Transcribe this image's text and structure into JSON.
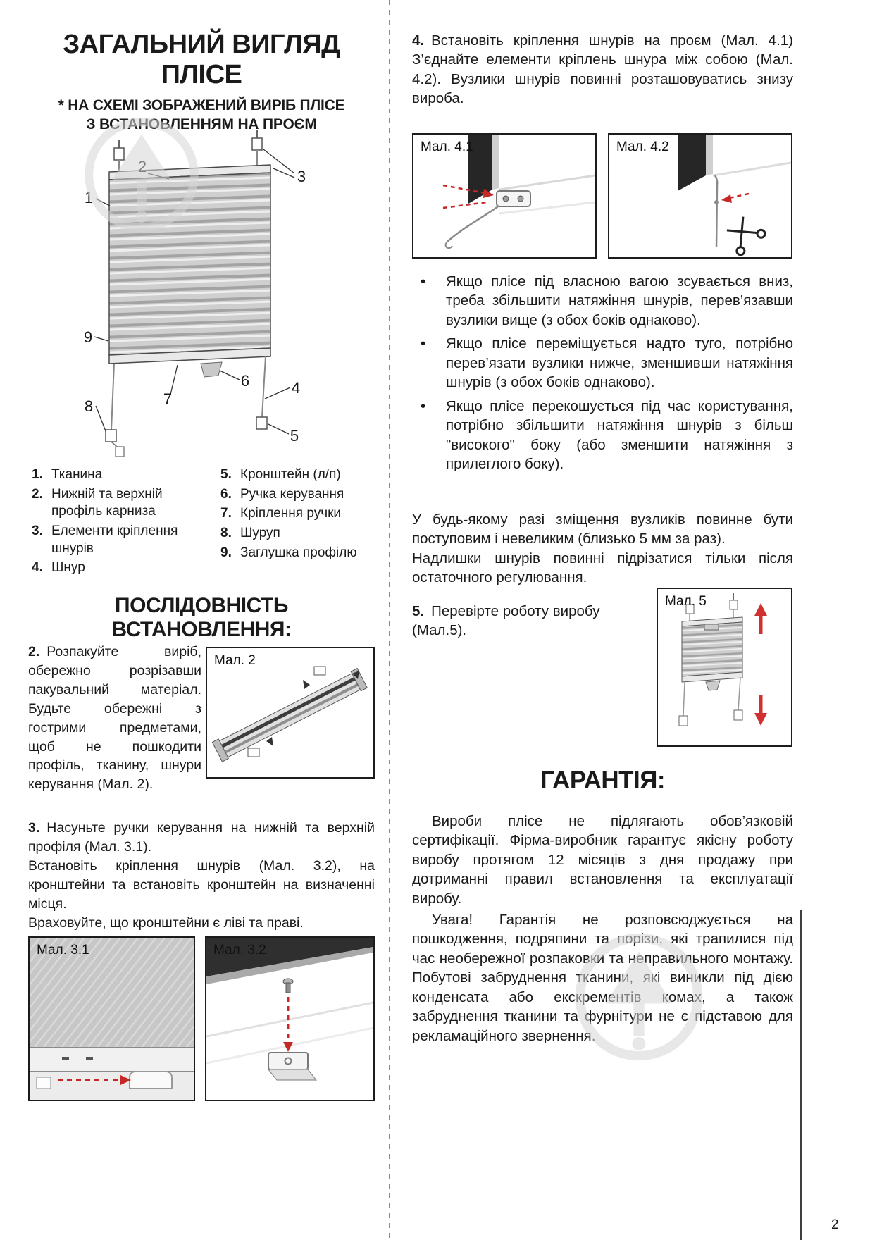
{
  "page_number": "2",
  "left": {
    "title": {
      "line1": "ЗАГАЛЬНИЙ ВИГЛЯД",
      "line2": "ПЛІСЕ"
    },
    "subtitle": {
      "line1": "* НА СХЕМІ ЗОБРАЖЕНИЙ ВИРІБ ПЛІСЕ",
      "line2": "З ВСТАНОВЛЕННЯМ НА ПРОЄМ"
    },
    "diagram": {
      "callouts": [
        "1",
        "2",
        "3",
        "4",
        "5",
        "6",
        "7",
        "8",
        "9"
      ]
    },
    "legend_col1": [
      {
        "num": "1.",
        "text": "Тканина"
      },
      {
        "num": "2.",
        "text": "Нижній та верхній профіль карниза"
      },
      {
        "num": "3.",
        "text": "Елементи кріплення шнурів"
      },
      {
        "num": "4.",
        "text": "Шнур"
      }
    ],
    "legend_col2": [
      {
        "num": "5.",
        "text": "Кронштейн (л/п)"
      },
      {
        "num": "6.",
        "text": "Ручка керування"
      },
      {
        "num": "7.",
        "text": "Кріплення ручки"
      },
      {
        "num": "8.",
        "text": "Шуруп"
      },
      {
        "num": "9.",
        "text": "Заглушка профілю"
      }
    ],
    "sequence_title": "ПОСЛІДОВНІСТЬ ВСТАНОВЛЕННЯ:",
    "step2": {
      "num": "2.",
      "text": "Розпакуйте виріб, обережно розрізавши пакувальний матеріал. Будьте обережні з гострими предметами, щоб не пошкодити профіль, тканину, шнури керування (Мал. 2)."
    },
    "step3": {
      "num": "3.",
      "text": "Насуньте ручки керування на нижній та верхній профіля (Мал. 3.1).",
      "text2": "Встановіть кріплення шнурів (Мал. 3.2), на кронштейни та встановіть кронштейн на визначенні місця.",
      "text3": "Враховуйте, що кронштейни є ліві та праві."
    },
    "fig2_label": "Мал. 2",
    "fig31_label": "Мал. 3.1",
    "fig32_label": "Мал. 3.2"
  },
  "right": {
    "step4": {
      "num": "4.",
      "text": "Встановіть кріплення шнурів на проєм (Мал. 4.1) З’єднайте елементи кріплень шнура між собою (Мал. 4.2). Вузлики шнурів повинні розташовуватись знизу вироба."
    },
    "fig41_label": "Мал. 4.1",
    "fig42_label": "Мал. 4.2",
    "bullet_marker": "•",
    "bullets": [
      "Якщо плісе під власною вагою зсувається вниз, треба збільшити натяжіння шнурів, перев’язавши вузлики вище (з обох боків однаково).",
      "Якщо плісе переміщується надто туго, потрібно перев’язати вузлики нижче, зменшивши натяжіння шнурів (з обох боків однаково).",
      "Якщо плісе перекошується під час користування, потрібно збільшити натяжіння шнурів з більш \"високого\" боку (або зменшити натяжіння з прилеглого боку)."
    ],
    "adjust_p1": "У будь-якому разі зміщення вузликів повинне бути поступовим і невеликим (близько 5 мм за раз).",
    "adjust_p2": "Надлишки шнурів повинні підрізатися тільки після остаточного регулювання.",
    "step5": {
      "num": "5.",
      "text": "Перевірте роботу виробу (Мал.5)."
    },
    "fig5_label": "Мал. 5",
    "warranty_title": "ГАРАНТІЯ:",
    "warranty_p1": "Вироби плісе не підлягають обов’язковій сертифікації. Фірма-виробник гарантує якісну роботу виробу протягом 12 місяців з дня продажу при дотриманні правил встановлення та експлуатації виробу.",
    "warranty_p2": "Увага! Гарантія не розповсюджується на пошкодження, подряпини та порізи, які трапилися під час необережної розпаковки та неправильного монтажу. Побутові забруднення тканини, які виникли під дією конденсата або екскрементів комах, а також забруднення тканини та фурнітури не є підставою для рекламаційного звернення."
  },
  "colors": {
    "accent_red": "#c62828",
    "text": "#1a1a1a",
    "watermark": "#d7d7d7"
  }
}
